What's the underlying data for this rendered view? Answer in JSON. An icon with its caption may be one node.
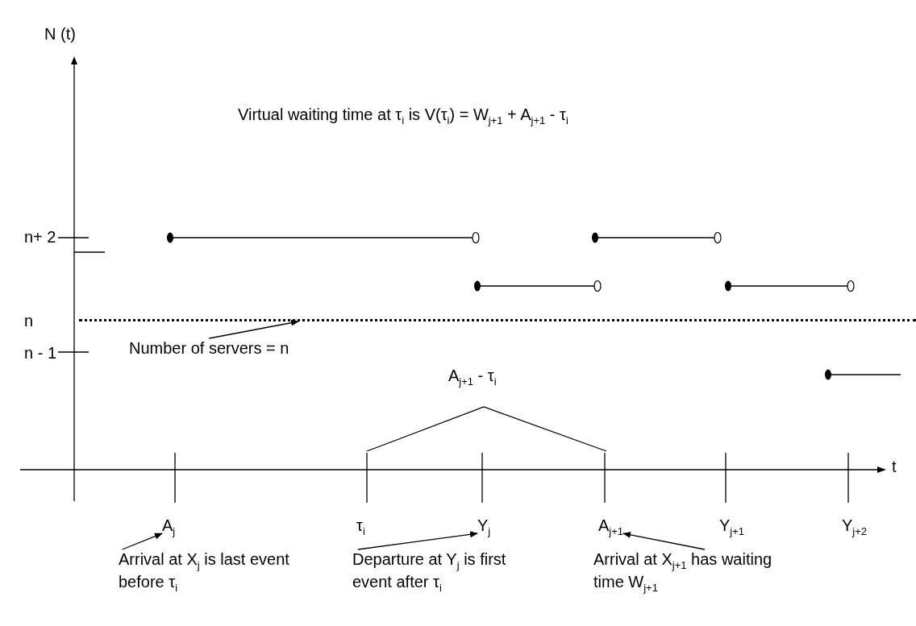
{
  "diagram": {
    "nodes": [
      {
        "text": [
          "A$_{j}$"
        ]
      },
      {
        "text": [
          "Y$_{j}$"
        ]
      },
      {
        "text": [
          "A$_{j+1}$"
        ]
      },
      {
        "text": [
          "Arrival at X$_{j}$ is last event before τ$_{i}$"
        ]
      },
      {
        "text": [
          "Departure at Y$_{j}$ is first event after τ$_{i}$"
        ]
      },
      {
        "text": [
          "Arrival at X$_{j+1}$ has waiting time W$_{j+1}$"
        ]
      },
      {
        "text": [
          "Number of servers = n"
        ]
      },
      {
        "text": [],
        "shape": "line"
      }
    ],
    "edges": [
      {
        "from": 3,
        "to": 0,
        "arrow": "to"
      },
      {
        "from": 4,
        "to": 1,
        "arrow": "to"
      },
      {
        "from": 5,
        "to": 2,
        "arrow": "to"
      },
      {
        "from": 6,
        "to": 7,
        "arrow": "to"
      }
    ],
    "labels": [
      "N (t)",
      "Virtual waiting time at τ$_{i}$ is V(τ$_{i}$) = W$_{j+1}$ + A$_{j+1}$ - τ$_{i}$",
      "n+ 2",
      "n",
      "n - 1",
      "A$_{j+1}$ - τ$_{i}$",
      "t",
      "τ$_{i}$",
      "Y$_{j+1}$",
      "Y$_{j+2}$"
    ]
  }
}
